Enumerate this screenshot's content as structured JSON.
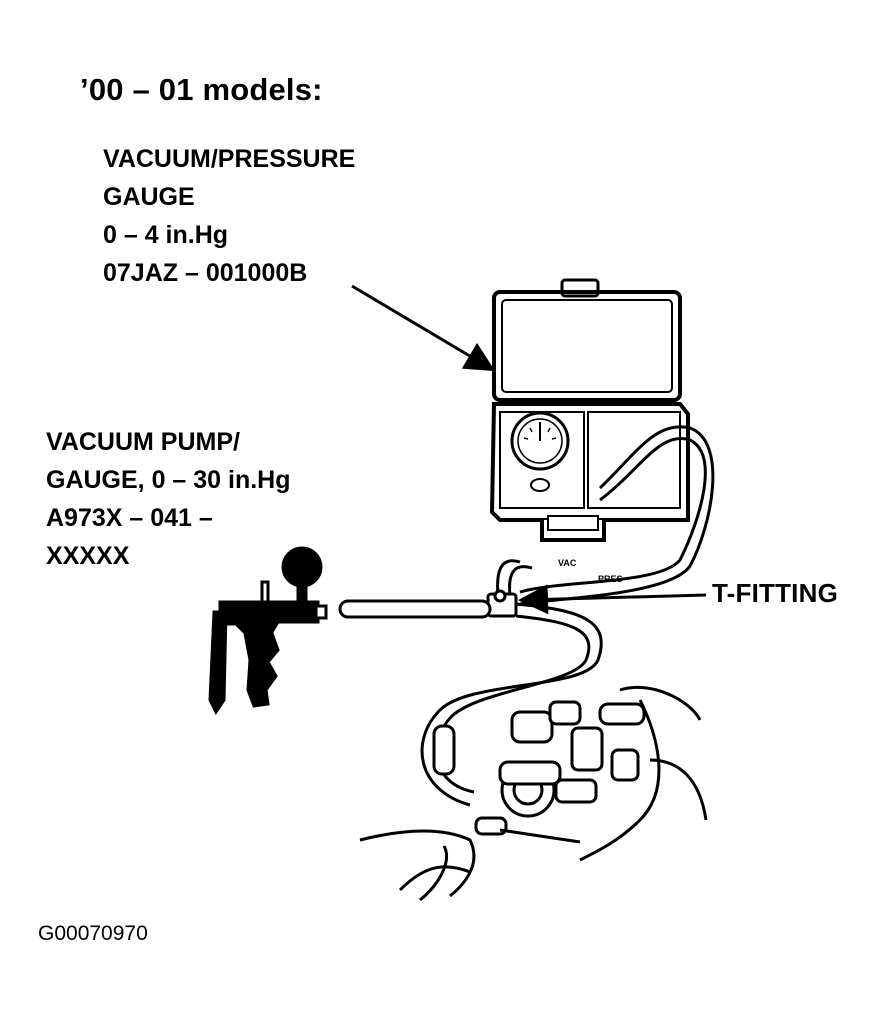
{
  "heading": "’00 – 01 models:",
  "gauge_label": {
    "lines": [
      "VACUUM/PRESSURE",
      "GAUGE",
      "0 – 4 in.Hg",
      "07JAZ – 001000B"
    ]
  },
  "pump_label": {
    "lines": [
      "VACUUM PUMP/",
      "GAUGE, 0 – 30 in.Hg",
      "A973X – 041 –",
      "XXXXX"
    ]
  },
  "t_fitting_label": "T-FITTING",
  "figure_id": "G00070970",
  "case_hose_tags": [
    "VAC",
    "PRES"
  ],
  "colors": {
    "ink": "#000000",
    "paper": "#ffffff"
  }
}
